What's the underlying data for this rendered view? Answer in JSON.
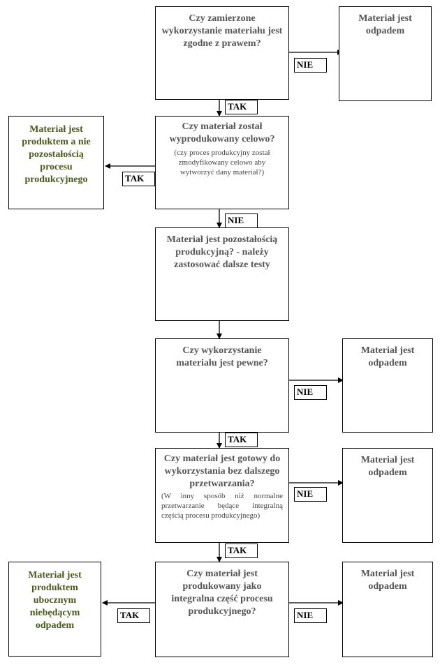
{
  "q1": {
    "question": "Czy zamierzone wykorzystanie materiału jest zgodne z prawem?",
    "no_label": "NIE",
    "yes_label": "TAK"
  },
  "r1": {
    "text": "Materiał jest odpadem"
  },
  "q2": {
    "question": "Czy materiał został wyprodukowany celowo?",
    "note": "(czy proces produkcyjny został zmodyfikowany celowo aby wytworzyć dany materiał?)",
    "yes_label": "TAK",
    "no_label": "NIE"
  },
  "r2": {
    "text": "Materiał jest produktem a nie pozostałością procesu produkcyjnego"
  },
  "s3": {
    "text": "Materiał jest pozostałością produkcyjną? - należy zastosować dalsze testy"
  },
  "q4": {
    "question": "Czy wykorzystanie materiału jest pewne?",
    "no_label": "NIE",
    "yes_label": "TAK"
  },
  "r4": {
    "text": "Materiał jest odpadem"
  },
  "q5": {
    "question": "Czy materiał jest gotowy do wykorzystania bez dalszego przetwarzania?",
    "note": "(W inny sposób niż normalne przetwarzanie będące integralną częścią procesu produkcyjnego)",
    "no_label": "NIE",
    "yes_label": "TAK"
  },
  "r5": {
    "text": "Materiał jest odpadem"
  },
  "q6": {
    "question": "Czy materiał jest produkowany jako integralna część procesu produkcyjnego?",
    "yes_label": "TAK",
    "no_label": "NIE"
  },
  "r6_yes": {
    "text": "Materiał jest produktem ubocznym niebędącym odpadem"
  },
  "r6_no": {
    "text": "Materiał jest odpadem"
  }
}
